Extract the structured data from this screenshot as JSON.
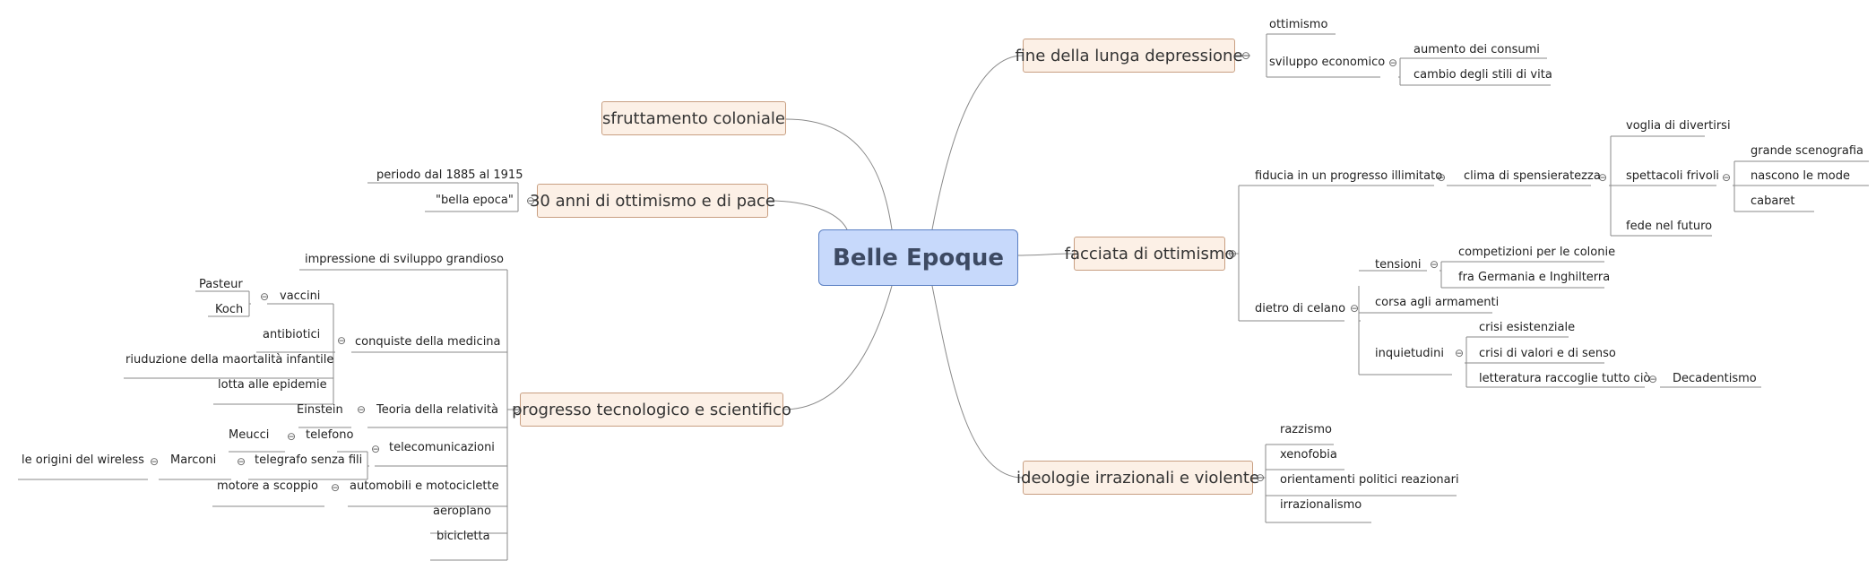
{
  "central": "Belle  Epoque",
  "topics": {
    "fine_depressione": "fine della lunga depressione",
    "sfruttamento": "sfruttamento coloniale",
    "trenta_anni": "30 anni di ottimismo e di pace",
    "facciata": "facciata di ottimismo",
    "progresso": "progresso tecnologico e scientifico",
    "ideologie": "ideologie irrazionali e violente"
  },
  "labels": {
    "ottimismo": "ottimismo",
    "sviluppo_economico": "sviluppo economico",
    "aumento_consumi": "aumento dei consumi",
    "cambio_stili": "cambio degli stili di vita",
    "periodo": "periodo dal 1885 al 1915",
    "bella_epoca": "\"bella epoca\"",
    "fiducia": "fiducia in un progresso illimitato",
    "clima": "clima di spensieratezza",
    "voglia": "voglia di divertirsi",
    "spettacoli": "spettacoli frivoli",
    "grande_scenografia": "grande scenografia",
    "nascono_mode": "nascono le mode",
    "cabaret": "cabaret",
    "fede_futuro": "fede nel futuro",
    "dietro_celano": "dietro di celano",
    "tensioni": "tensioni",
    "competizioni": "competizioni per le colonie",
    "fra_germania": "fra Germania e Inghilterra",
    "corsa_armamenti": "corsa agli armamenti",
    "inquietudini": "inquietudini",
    "crisi_esistenziale": "crisi esistenziale",
    "crisi_valori": "crisi di valori e di senso",
    "letteratura": "letteratura raccoglie tutto ciò",
    "decadentismo": "Decadentismo",
    "impressione": "impressione di sviluppo grandioso",
    "conquiste_medicina": "conquiste della medicina",
    "vaccini": "vaccini",
    "pasteur": "Pasteur",
    "koch": "Koch",
    "antibiotici": "antibiotici",
    "riduzione": "riuduzione della maortalità infantile",
    "lotta_epidemie": "lotta alle epidemie",
    "teoria_relativita": "Teoria della relatività",
    "einstein": "Einstein",
    "telecomunicazioni": "telecomunicazioni",
    "telefono": "telefono",
    "meucci": "Meucci",
    "telegrafo": "telegrafo senza fili",
    "marconi": "Marconi",
    "origini_wireless": "le origini del wireless",
    "automobili": "automobili e motociclette",
    "motore_scoppio": "motore a scoppio",
    "aeroplano": "aeroplano",
    "bicicletta": "bicicletta",
    "razzismo": "razzismo",
    "xenofobia": "xenofobia",
    "orientamenti": "orientamenti politici reazionari",
    "irrazionalismo": "irrazionalismo"
  },
  "collapse_symbol": "⊖",
  "colors": {
    "central_fill": "#c7d9fb",
    "central_border": "#5b80c3",
    "topic_fill": "#fcf0e6",
    "topic_border": "#c89f82",
    "connector": "#8a8a8a"
  }
}
